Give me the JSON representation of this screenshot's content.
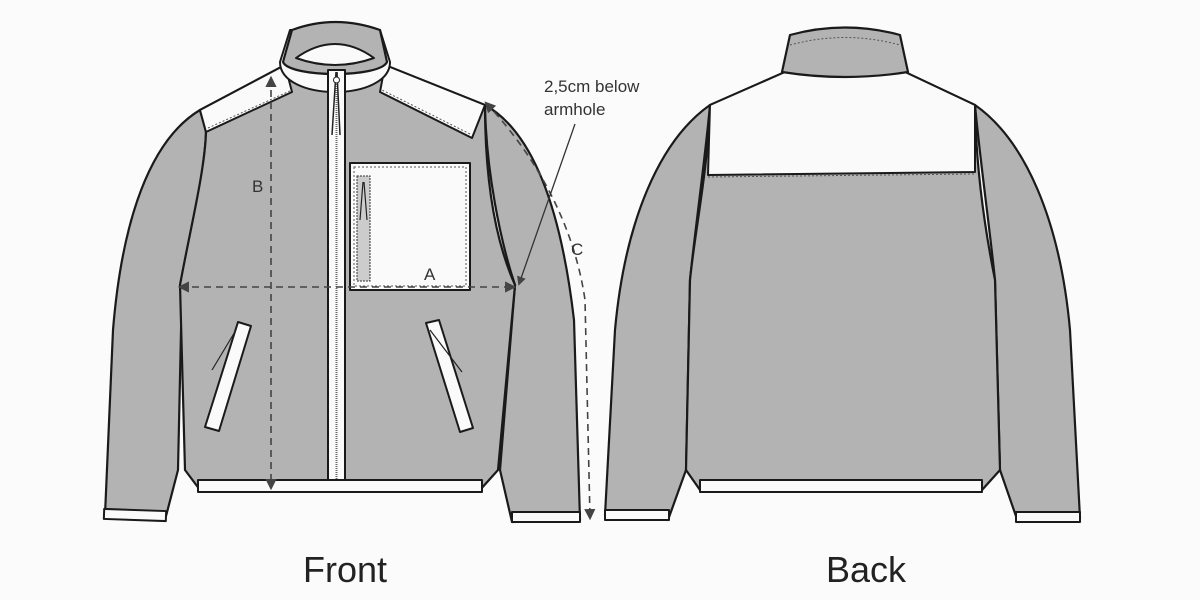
{
  "views": {
    "front_label": "Front",
    "back_label": "Back"
  },
  "measurements": {
    "a_label": "A",
    "b_label": "B",
    "c_label": "C",
    "note_line1": "2,5cm below",
    "note_line2": "armhole"
  },
  "colors": {
    "fleece": "#b3b3b3",
    "panel": "#fafafa",
    "outline": "#1a1a1a"
  }
}
